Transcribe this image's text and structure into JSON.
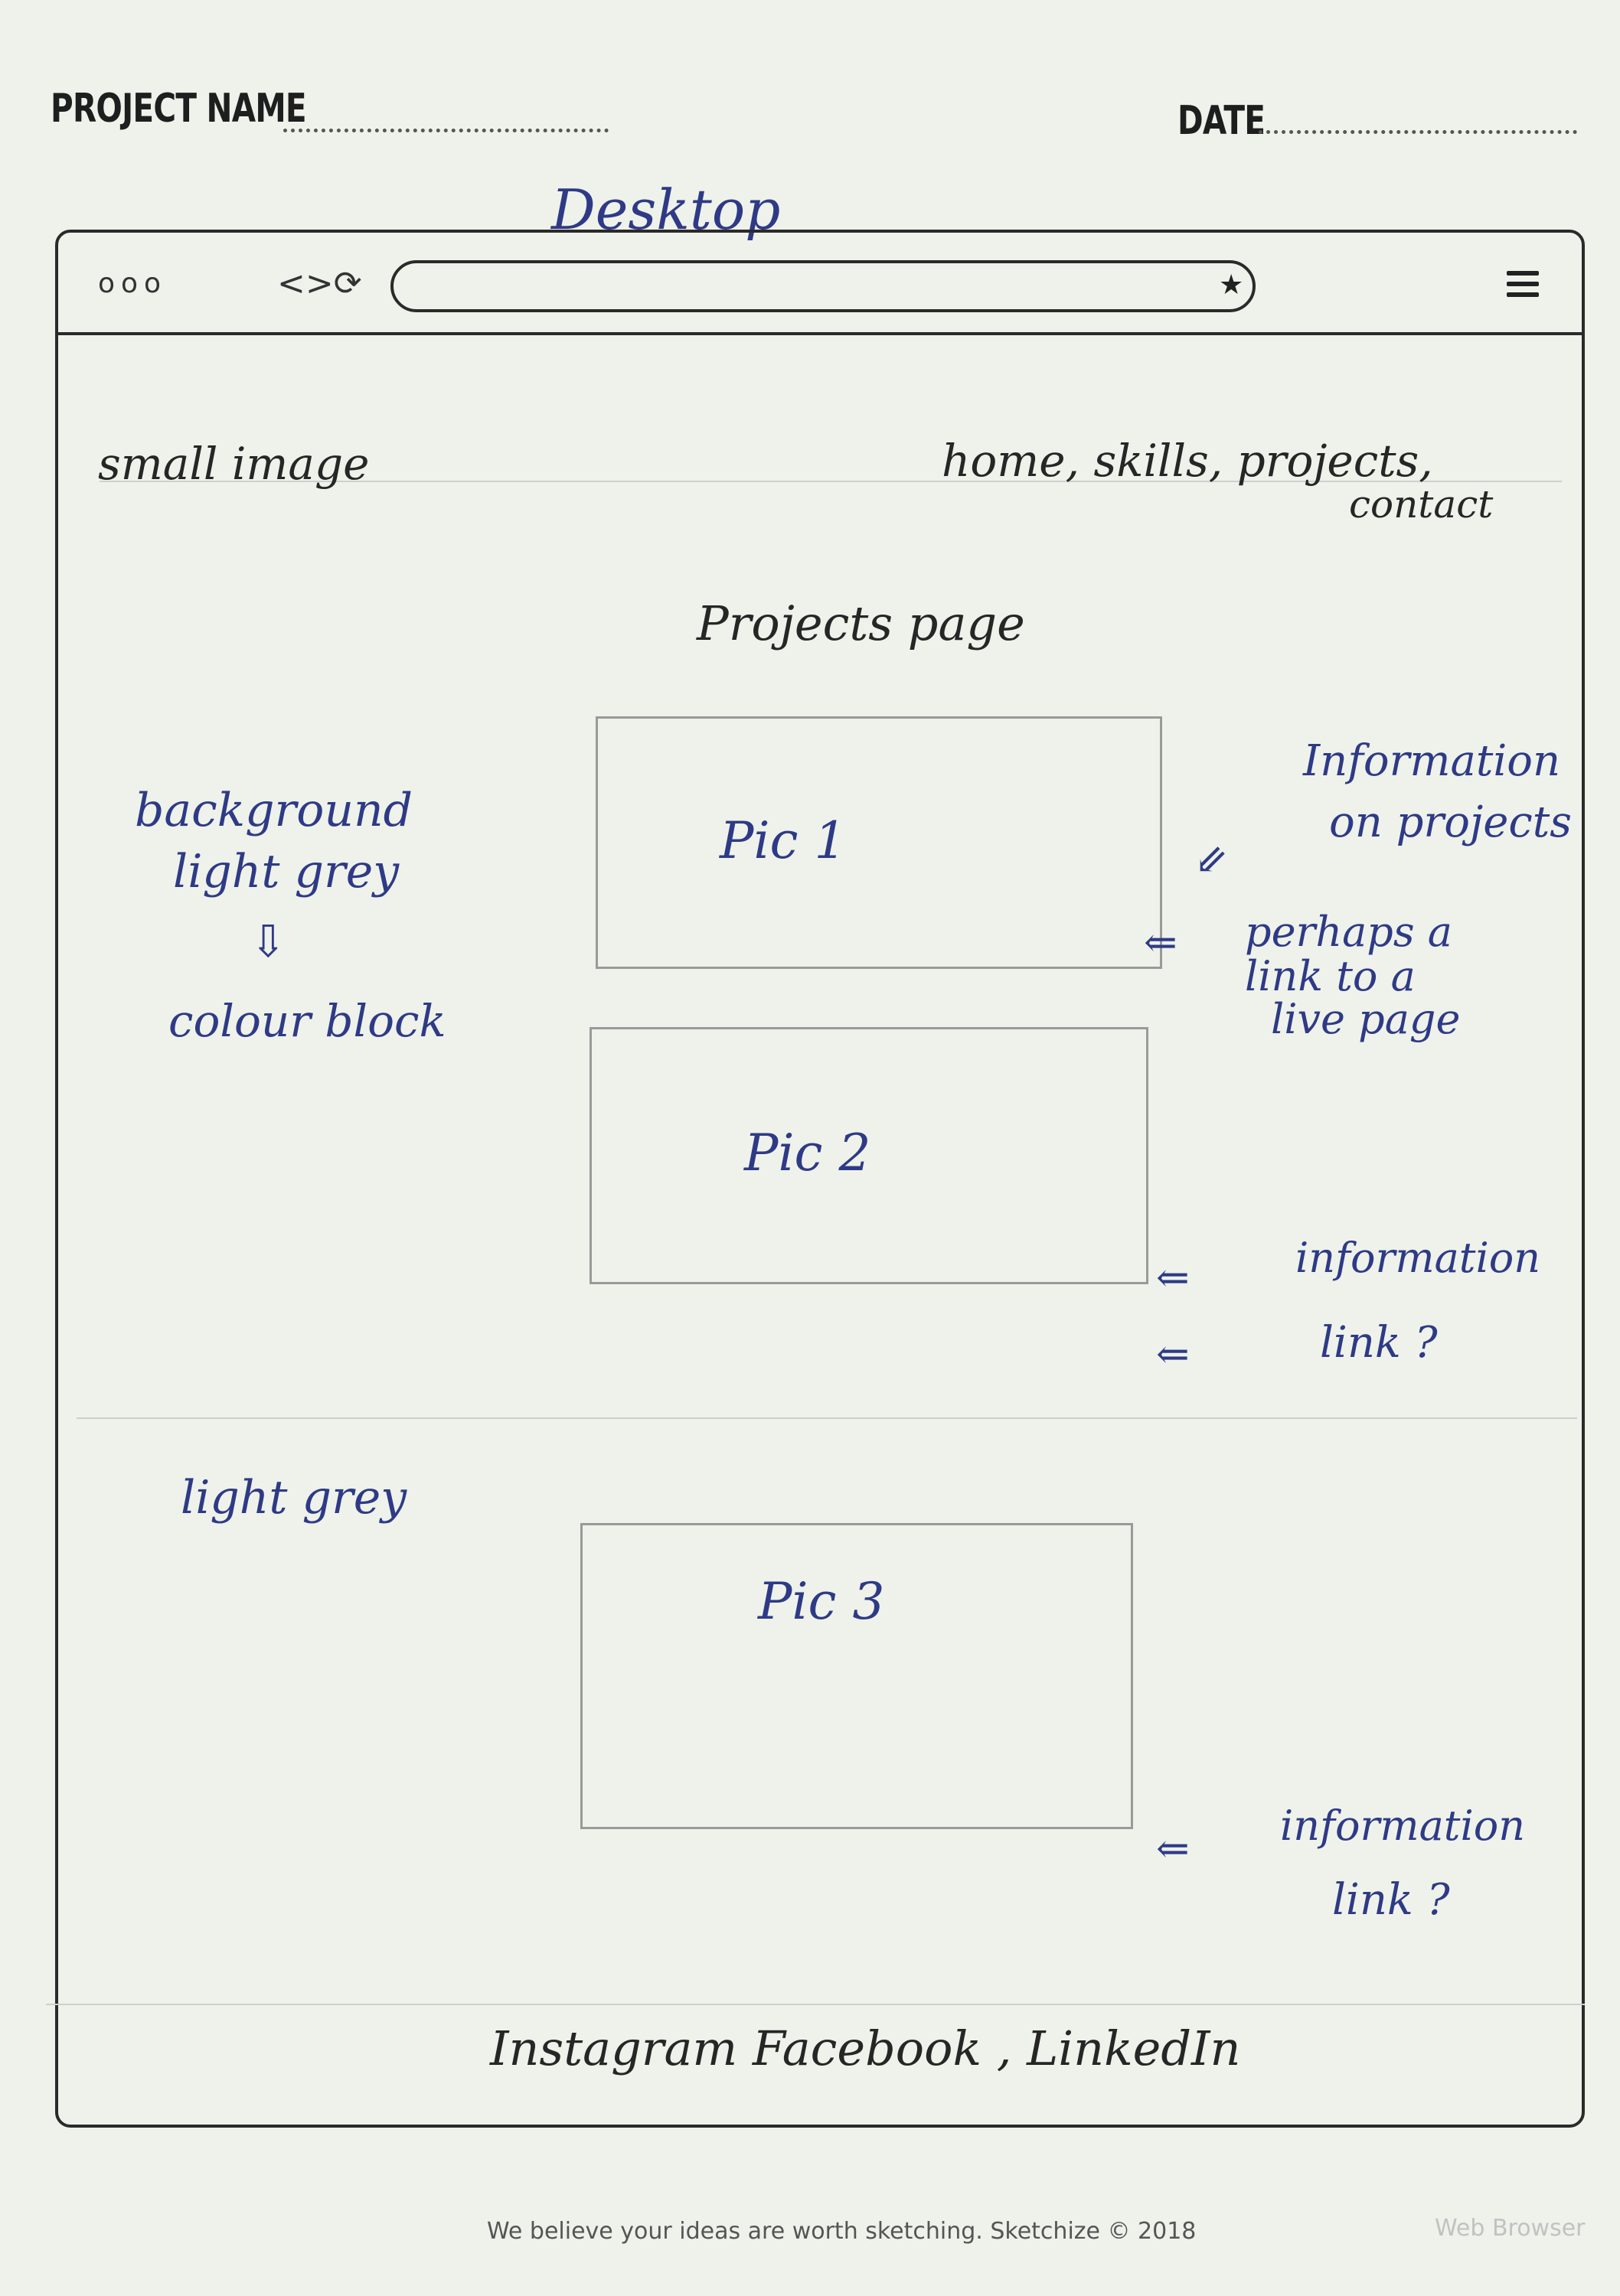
{
  "header": {
    "project_label": "PROJECT NAME",
    "date_label": "DATE"
  },
  "sketch": {
    "title": "Desktop",
    "left_header": "small image",
    "nav_line1": "home, skills, projects,",
    "nav_line2": "contact",
    "page_title": "Projects page",
    "pic1": "Pic 1",
    "pic2": "Pic 2",
    "pic3": "Pic 3",
    "note_bg_1": "background",
    "note_bg_2": "light grey",
    "note_bg_arrow": "⇩",
    "note_bg_3": "colour block",
    "note_info_1": "Information",
    "note_info_2": "on projects",
    "note_down_arrow": "⇙",
    "note_link_1": "perhaps a",
    "note_link_2": "link to a",
    "note_link_3": "live page",
    "arrow": "⇐",
    "note2_info": "information",
    "note2_link": "link ?",
    "note_lightgrey": "light grey",
    "note3_info": "information",
    "note3_link": "link ?",
    "footer_links": "Instagram   Facebook ,   LinkedIn"
  },
  "browser": {
    "window_dots": "ooo",
    "nav_icons": "<>⟳",
    "star_icon": "★"
  },
  "page_footer": {
    "tagline": "We believe your ideas are worth sketching. Sketchize © 2018",
    "right_label": "Web Browser"
  }
}
